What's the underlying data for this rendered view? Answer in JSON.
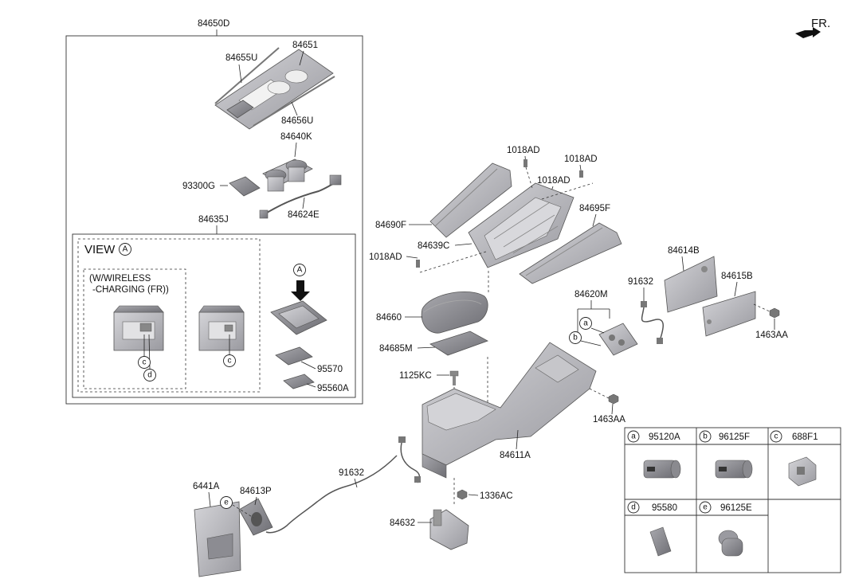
{
  "orientation": {
    "label": "FR."
  },
  "assembly_box": {
    "label": "84650D"
  },
  "view_box": {
    "part_label": "84635J",
    "title": "VIEW",
    "ref_letter": "A",
    "wireless_note_line1": "(W/WIRELESS",
    "wireless_note_line2": "-CHARGING (FR))",
    "arrow_letter": "A"
  },
  "parts": {
    "p84651": "84651",
    "p84655U": "84655U",
    "p84656U": "84656U",
    "p84640K": "84640K",
    "p93300G": "93300G",
    "p84624E": "84624E",
    "p95570": "95570",
    "p95560A": "95560A",
    "p1018AD_1": "1018AD",
    "p1018AD_2": "1018AD",
    "p1018AD_3": "1018AD",
    "p1018AD_4": "1018AD",
    "p84690F": "84690F",
    "p84639C": "84639C",
    "p84695F": "84695F",
    "p84660": "84660",
    "p84685M": "84685M",
    "p1125KC": "1125KC",
    "p84611A": "84611A",
    "p84620M": "84620M",
    "p91632_1": "91632",
    "p91632_2": "91632",
    "p84614B": "84614B",
    "p84615B": "84615B",
    "p1463AA_1": "1463AA",
    "p1463AA_2": "1463AA",
    "p6441A": "6441A",
    "p84613P": "84613P",
    "p1336AC": "1336AC",
    "p84632": "84632"
  },
  "callouts": {
    "a": "a",
    "b": "b",
    "c1": "c",
    "c2": "c",
    "d": "d",
    "e": "e"
  },
  "legend": [
    {
      "letter": "a",
      "part": "95120A",
      "icon": "usb-charger-icon"
    },
    {
      "letter": "b",
      "part": "96125F",
      "icon": "usb-port-icon"
    },
    {
      "letter": "c",
      "part": "688F1",
      "icon": "switch-module-icon"
    },
    {
      "letter": "d",
      "part": "95580",
      "icon": "connector-icon"
    },
    {
      "letter": "e",
      "part": "96125E",
      "icon": "aux-jack-icon"
    }
  ],
  "colors": {
    "line": "#222222",
    "part_fill": "#b9b9bd",
    "part_dark": "#8e8e93",
    "frame": "#333333"
  }
}
